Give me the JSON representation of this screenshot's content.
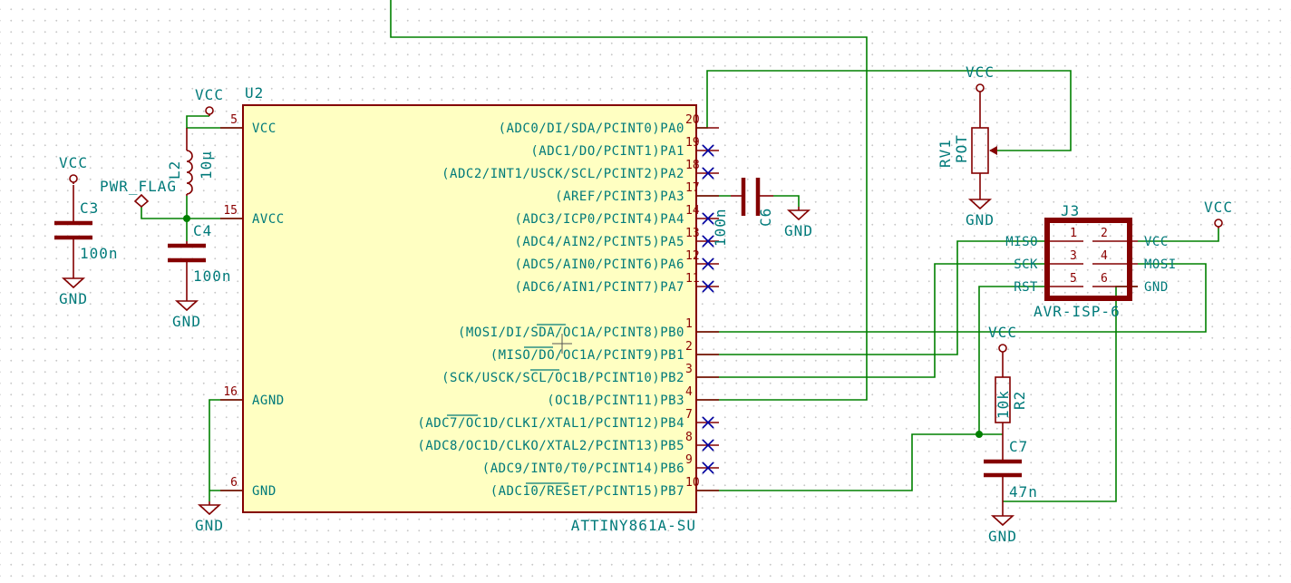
{
  "power": {
    "vcc_label": "VCC",
    "gnd_label": "GND",
    "pwr_flag_label": "PWR_FLAG"
  },
  "u2": {
    "ref": "U2",
    "value": "ATTINY861A-SU",
    "left_pins": [
      {
        "num": "5",
        "name": "VCC"
      },
      {
        "num": "15",
        "name": "AVCC"
      },
      {
        "num": "16",
        "name": "AGND"
      },
      {
        "num": "6",
        "name": "GND"
      }
    ],
    "right_pins": [
      {
        "num": "20",
        "name": "(ADC0/DI/SDA/PCINT0)PA0"
      },
      {
        "num": "19",
        "name": "(ADC1/DO/PCINT1)PA1"
      },
      {
        "num": "18",
        "name": "(ADC2/INT1/USCK/SCL/PCINT2)PA2"
      },
      {
        "num": "17",
        "name": "(AREF/PCINT3)PA3"
      },
      {
        "num": "14",
        "name": "(ADC3/ICP0/PCINT4)PA4"
      },
      {
        "num": "13",
        "name": "(ADC4/AIN2/PCINT5)PA5"
      },
      {
        "num": "12",
        "name": "(ADC5/AIN0/PCINT6)PA6"
      },
      {
        "num": "11",
        "name": "(ADC6/AIN1/PCINT7)PA7"
      },
      {
        "num": "1",
        "name": "(MOSI/DI/SDA/OC1A/PCINT8)PB0"
      },
      {
        "num": "2",
        "name": "(MISO/DO/OC1A/PCINT9)PB1"
      },
      {
        "num": "3",
        "name": "(SCK/USCK/SCL/OC1B/PCINT10)PB2"
      },
      {
        "num": "4",
        "name": "(OC1B/PCINT11)PB3"
      },
      {
        "num": "7",
        "name": "(ADC7/OC1D/CLKI/XTAL1/PCINT12)PB4"
      },
      {
        "num": "8",
        "name": "(ADC8/OC1D/CLKO/XTAL2/PCINT13)PB5"
      },
      {
        "num": "9",
        "name": "(ADC9/INT0/T0/PCINT14)PB6"
      },
      {
        "num": "10",
        "name": "(ADC10/RESET/PCINT15)PB7"
      }
    ]
  },
  "c3": {
    "ref": "C3",
    "value": "100n"
  },
  "c4": {
    "ref": "C4",
    "value": "100n"
  },
  "c6": {
    "ref": "C6",
    "value": "100n"
  },
  "c7": {
    "ref": "C7",
    "value": "47n"
  },
  "l2": {
    "ref": "L2",
    "value": "10µ"
  },
  "r2": {
    "ref": "R2",
    "value": "10k"
  },
  "rv1": {
    "ref": "RV1",
    "value": "POT"
  },
  "j3": {
    "ref": "J3",
    "value": "AVR-ISP-6",
    "pins": [
      {
        "num": "1",
        "name": "MISO"
      },
      {
        "num": "2",
        "name": "VCC"
      },
      {
        "num": "3",
        "name": "SCK"
      },
      {
        "num": "4",
        "name": "MOSI"
      },
      {
        "num": "5",
        "name": "RST"
      },
      {
        "num": "6",
        "name": "GND"
      }
    ]
  },
  "colors": {
    "wire": "#008000",
    "component": "#840000",
    "text": "#007a7a",
    "body_fill": "#ffffc2",
    "no_connect": "#0000a0"
  }
}
